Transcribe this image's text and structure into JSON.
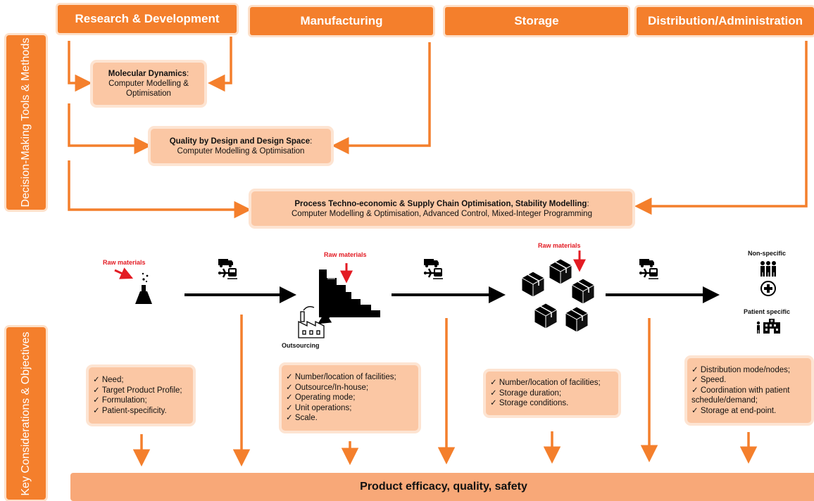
{
  "headers": {
    "rd": "Research & Development",
    "manufacturing": "Manufacturing",
    "storage": "Storage",
    "distribution": "Distribution/Administration"
  },
  "sidebar": {
    "top": "Decision-Making Tools & Methods",
    "bottom": "Key Considerations & Objectives"
  },
  "tools": {
    "molecular": {
      "title": "Molecular Dynamics",
      "suffix": ":",
      "text": "Computer Modelling & Optimisation"
    },
    "qbd": {
      "title": "Quality by Design and Design Space",
      "suffix": ":",
      "text": "Computer Modelling & Optimisation"
    },
    "process": {
      "title": "Process Techno-economic & Supply Chain Optimisation, Stability Modelling",
      "suffix": ":",
      "text": "Computer Modelling & Optimisation, Advanced Control, Mixed-Integer Programming"
    }
  },
  "flow": {
    "raw_rd": "Raw materials",
    "raw_mfg": "Raw materials",
    "raw_storage": "Raw materials",
    "outsourcing": "Outsourcing",
    "non_specific": "Non-specific",
    "patient_specific": "Patient specific"
  },
  "considerations": {
    "rd": [
      "Need;",
      "Target Product Profile;",
      "Formulation;",
      "Patient-specificity."
    ],
    "manufacturing": [
      "Number/location of facilities;",
      "Outsource/In-house;",
      "Operating mode;",
      "Unit operations;",
      "Scale."
    ],
    "storage": [
      "Number/location of facilities;",
      "Storage duration;",
      "Storage conditions."
    ],
    "distribution": [
      "Distribution mode/nodes;",
      "Speed.",
      "Coordination with patient schedule/demand;",
      "Storage at end-point."
    ]
  },
  "objective": "Product efficacy, quality, safety",
  "colors": {
    "orange": "#F47F2C",
    "light_orange": "#FBC7A4",
    "red": "#E31B23"
  },
  "icons": [
    "flask-icon",
    "factory-icon",
    "boxes-icon",
    "truck-plane-train-icon",
    "people-icon",
    "medical-cross-icon",
    "hospital-icon"
  ]
}
